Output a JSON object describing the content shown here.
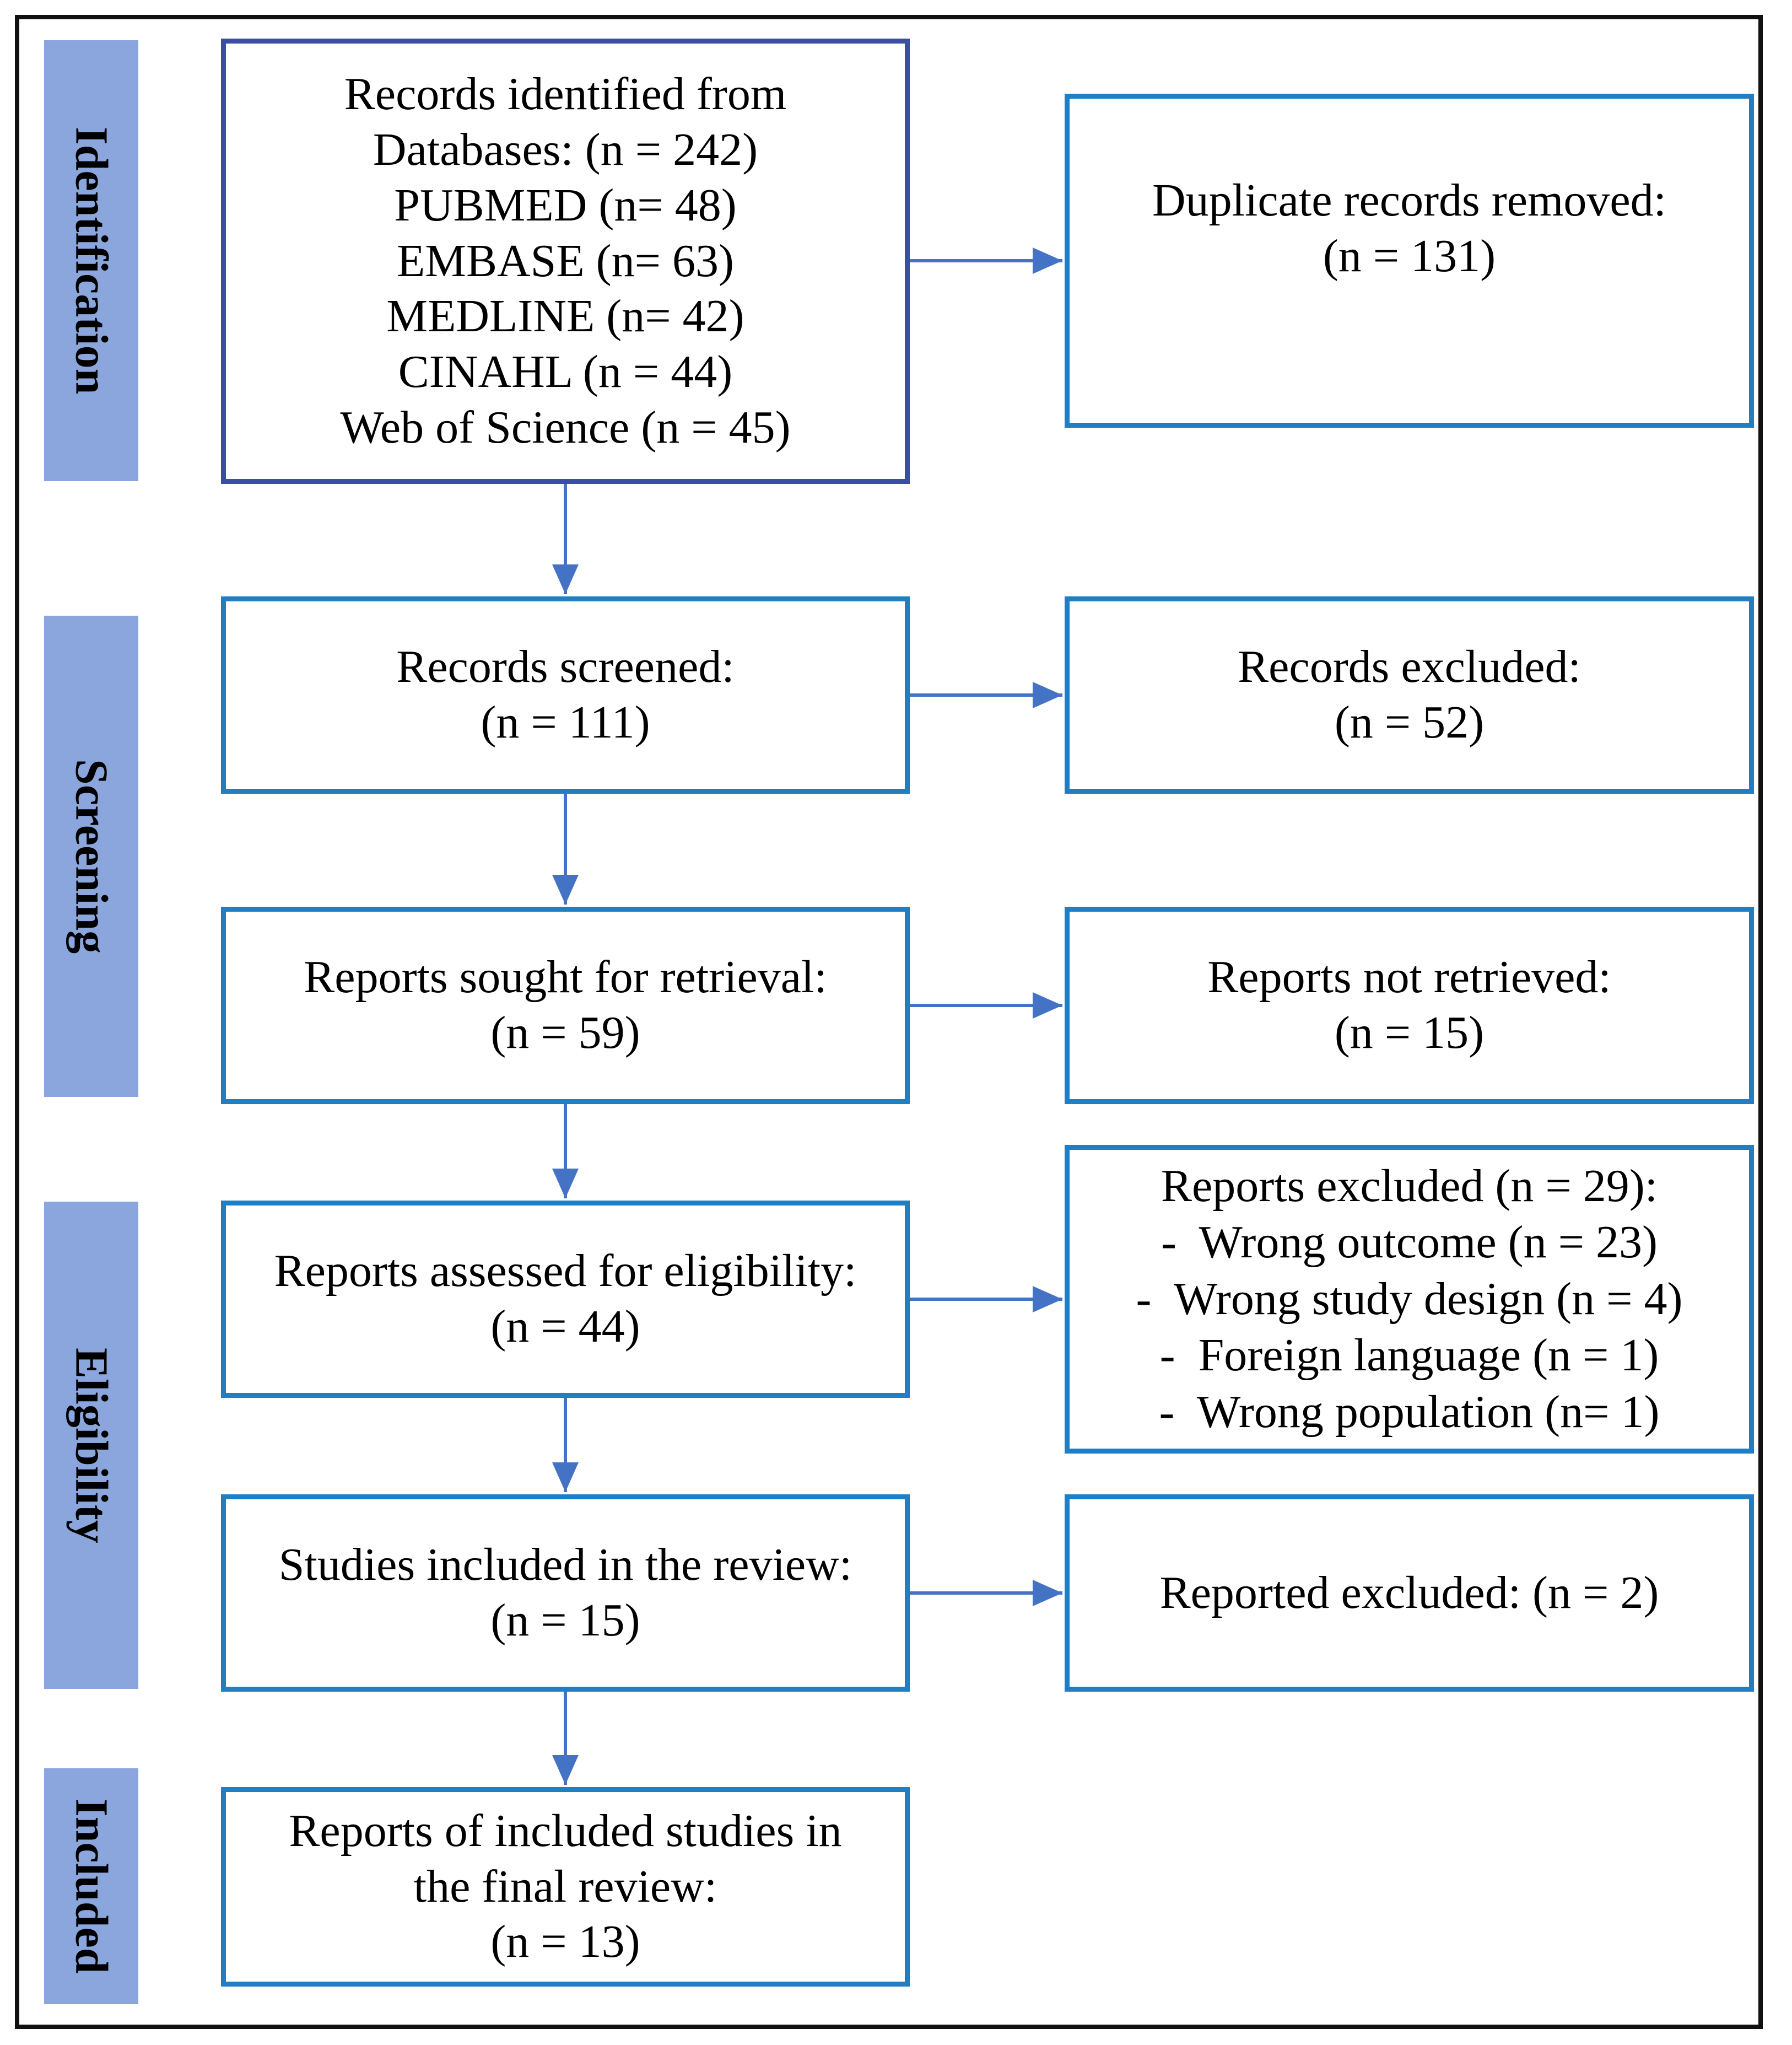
{
  "colors": {
    "stage_band": "#8aa6dc",
    "box_border": "#1f7fc4",
    "box_border_first": "#3b4ea6",
    "arrow": "#4472c4",
    "frame": "#111111"
  },
  "stages": {
    "identification": "Identification",
    "screening": "Screening",
    "eligibility": "Eligibility",
    "included": "Included"
  },
  "boxes": {
    "identified": {
      "lines": [
        "Records identified from",
        "Databases: (n = 242)",
        "PUBMED (n= 48)",
        "EMBASE (n= 63)",
        "MEDLINE (n= 42)",
        "CINAHL (n = 44)",
        "Web of Science (n = 45)"
      ]
    },
    "duplicates": {
      "lines": [
        "Duplicate records removed:",
        "(n = 131)"
      ]
    },
    "screened": {
      "lines": [
        "Records screened:",
        "(n = 111)"
      ]
    },
    "excluded_records": {
      "lines": [
        "Records excluded:",
        "(n = 52)"
      ]
    },
    "sought": {
      "lines": [
        "Reports sought for retrieval:",
        "(n = 59)"
      ]
    },
    "not_retrieved": {
      "lines": [
        "Reports not retrieved:",
        "(n = 15)"
      ]
    },
    "assessed": {
      "lines": [
        "Reports assessed for eligibility:",
        "(n = 44)"
      ]
    },
    "excluded_reports": {
      "lines": [
        "Reports excluded (n = 29):",
        "-  Wrong outcome (n = 23)",
        "-  Wrong study design (n = 4)",
        "-  Foreign language (n = 1)",
        "-  Wrong population (n= 1)"
      ]
    },
    "included_review": {
      "lines": [
        "Studies included in the review:",
        "(n = 15)"
      ]
    },
    "reported_excluded": {
      "lines": [
        "Reported excluded: (n = 2)"
      ]
    },
    "final": {
      "lines": [
        "Reports of included studies in",
        "the final review:",
        "(n = 13)"
      ]
    }
  }
}
